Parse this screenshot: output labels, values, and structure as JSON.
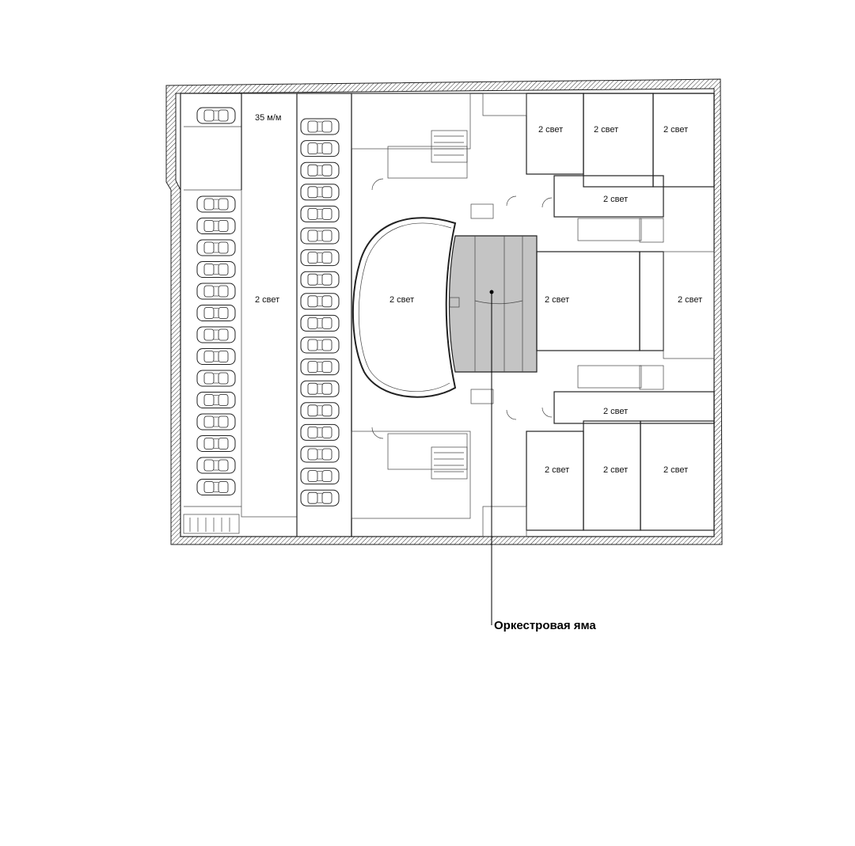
{
  "labels": {
    "parking_count": "35 м/м",
    "two_light": "2 свет"
  },
  "callout": {
    "text": "Оркестровая яма"
  },
  "colors": {
    "pit_fill": "#c4c4c4",
    "line": "#222222",
    "background": "#ffffff"
  }
}
